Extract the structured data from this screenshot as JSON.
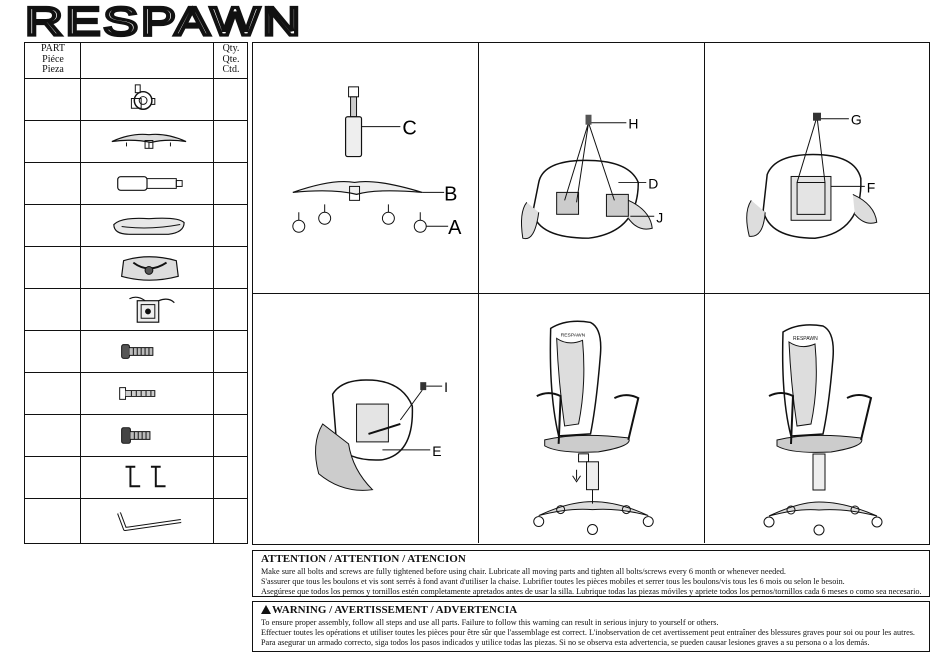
{
  "brand": "RESPAWN",
  "parts_table": {
    "header_part": [
      "PART",
      "Piéce",
      "Pieza"
    ],
    "header_qty": [
      "Qty.",
      "Qte.",
      "Ctd."
    ],
    "items": [
      {
        "icon": "caster-icon"
      },
      {
        "icon": "base-icon"
      },
      {
        "icon": "gas-cylinder-icon"
      },
      {
        "icon": "seat-icon"
      },
      {
        "icon": "mechanism-icon"
      },
      {
        "icon": "tilt-plate-icon"
      },
      {
        "icon": "bolt-icon"
      },
      {
        "icon": "long-screw-icon"
      },
      {
        "icon": "short-bolt-icon"
      },
      {
        "icon": "armrest-bolts-icon"
      },
      {
        "icon": "allen-wrench-icon"
      }
    ]
  },
  "steps": {
    "step1": {
      "labels": [
        "C",
        "B",
        "A"
      ]
    },
    "step2": {
      "labels": [
        "H",
        "D",
        "J"
      ]
    },
    "step3": {
      "labels": [
        "G",
        "F"
      ]
    },
    "step4": {
      "labels": [
        "I",
        "E"
      ]
    },
    "step5": {
      "chair_brand": "RESPAWN"
    },
    "step6": {
      "chair_brand": "RESPAWN"
    }
  },
  "attention": {
    "title": "ATTENTION / ATTENTION / ATENCION",
    "lines": [
      "Make sure all bolts and screws are fully tightened before using chair. Lubricate all moving parts and tighten all bolts/screws every 6 month or whenever needed.",
      "S'assurer que tous les boulons et vis sont serrés à fond avant d'utiliser la chaise. Lubrifier toutes les pièces mobiles et serrer tous les boulons/vis tous les 6 mois ou selon le besoin.",
      "Asegúrese que todos los pernos y tornillos estén completamente apretados antes de usar la silla. Lubrique todas las piezas móviles y apriete todos los pernos/tornillos cada 6 meses o como sea necesario."
    ]
  },
  "warning": {
    "title": "WARNING / AVERTISSEMENT / ADVERTENCIA",
    "lines": [
      "To ensure proper assembly, follow all steps and use all parts. Failure to follow this warning can result in serious injury to yourself or others.",
      "Effectuer toutes les opérations et utiliser toutes les pièces pour être sûr que l'assemblage est correct. L'inobservation de cet avertissement peut entraîner des blessures graves pour soi ou pour les autres.",
      "Para asegurar un armado correcto, siga todos los pasos indicados y utilice todas las piezas. Si no se observa esta advertencia, se pueden causar lesiones graves a su persona o a los demás."
    ]
  }
}
